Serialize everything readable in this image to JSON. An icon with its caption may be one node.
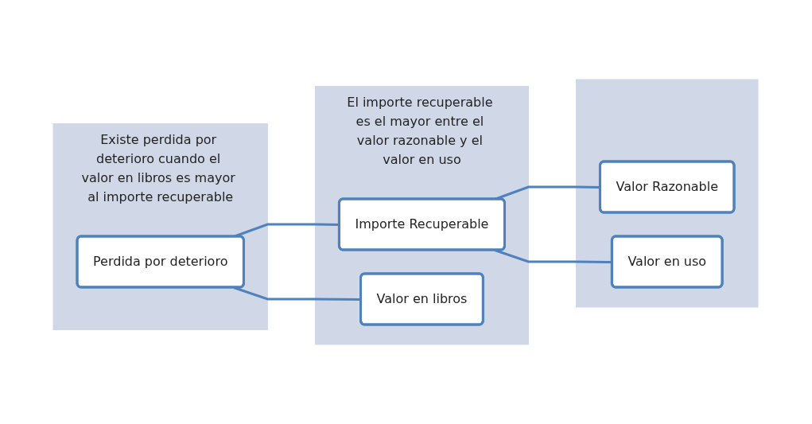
{
  "diagram": {
    "nodes": [
      {
        "text": [
          "Existe perdida por deterioro cuando el valor en libros es mayor al importe recuperable"
        ]
      },
      {
        "text": [
          "Perdida por deterioro"
        ],
        "in": 0
      },
      {
        "text": [
          "El importe recuperable es el mayor entre el valor razonable y el valor en uso"
        ]
      },
      {
        "text": [
          "Importe Recuperable"
        ],
        "in": 2
      },
      {
        "text": [
          "Valor en libros"
        ],
        "in": 2
      },
      {
        "text": [],
        "shape": "box"
      },
      {
        "text": [
          "Valor Razonable"
        ],
        "in": 5
      },
      {
        "text": [
          "Valor en uso"
        ],
        "in": 5
      }
    ],
    "edges": [
      {
        "from": 1,
        "to": 3,
        "arrow": "none"
      },
      {
        "from": 1,
        "to": 4,
        "arrow": "none"
      },
      {
        "from": 3,
        "to": 6,
        "arrow": "none"
      },
      {
        "from": 3,
        "to": 7,
        "arrow": "none"
      }
    ]
  }
}
